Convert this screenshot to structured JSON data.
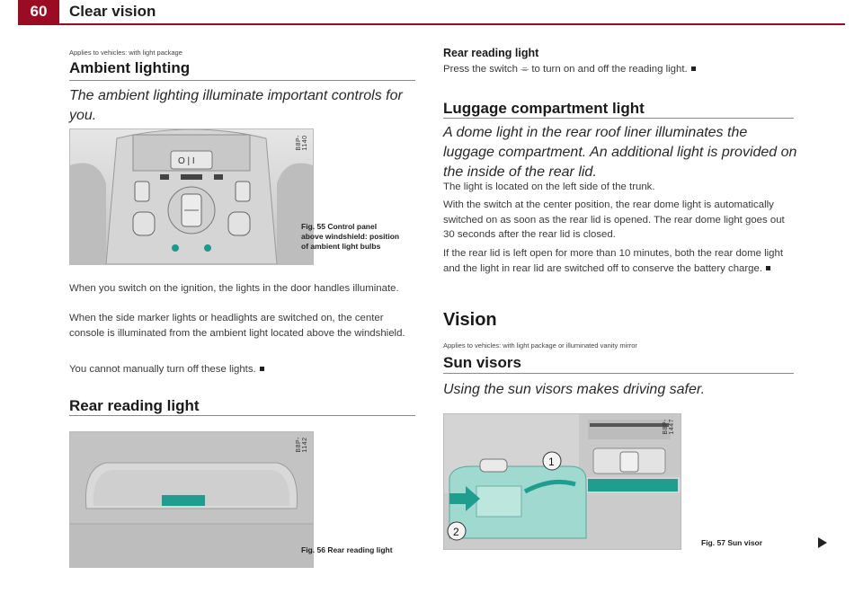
{
  "header": {
    "page_number": "60",
    "section_title": "Clear vision"
  },
  "left": {
    "applies_1": "Applies to vehicles: with light package",
    "ambient_heading": "Ambient lighting",
    "ambient_lead": "The ambient lighting illuminate important controls for you.",
    "fig55_code": "B8P-1140",
    "fig55_caption_number": "Fig. 55",
    "fig55_caption_text": "Control panel above windshield: position of ambient light bulbs",
    "fig55_switch_label": "O | I",
    "para_1": "When you switch on the ignition, the lights in the door handles illuminate.",
    "para_2": "When the side marker lights or headlights are switched on, the center console is illuminated from the ambient light located above the windshield.",
    "para_3": "You cannot manually turn off these lights.",
    "rear_heading": "Rear reading light",
    "fig56_code": "B8P-1142",
    "fig56_caption_number": "Fig. 56",
    "fig56_caption_text": "Rear reading light"
  },
  "right": {
    "rear_subheading": "Rear reading light",
    "rear_text": "Press the switch ⌯ to turn on and off the reading light.",
    "luggage_heading": "Luggage compartment light",
    "luggage_lead": "A dome light in the rear roof liner illuminates the luggage compartment. An additional light is provided on the inside of the rear lid.",
    "luggage_p1": "The light is located on the left side of the trunk.",
    "luggage_p2": "With the switch at the center position, the rear dome light is automatically switched on as soon as the rear lid is opened. The rear dome light goes out 30 seconds after the rear lid is closed.",
    "luggage_p3": "If the rear lid is left open for more than 10 minutes, both the rear dome light and the light in rear lid are switched off to conserve the battery charge.",
    "vision_heading": "Vision",
    "applies_2": "Applies to vehicles: with light package or illuminated vanity mirror",
    "sun_heading": "Sun visors",
    "sun_lead": "Using the sun visors makes driving safer.",
    "fig57_code": "B8P-1447",
    "fig57_caption_number": "Fig. 57",
    "fig57_caption_text": "Sun visor",
    "callout_1": "1",
    "callout_2": "2"
  }
}
